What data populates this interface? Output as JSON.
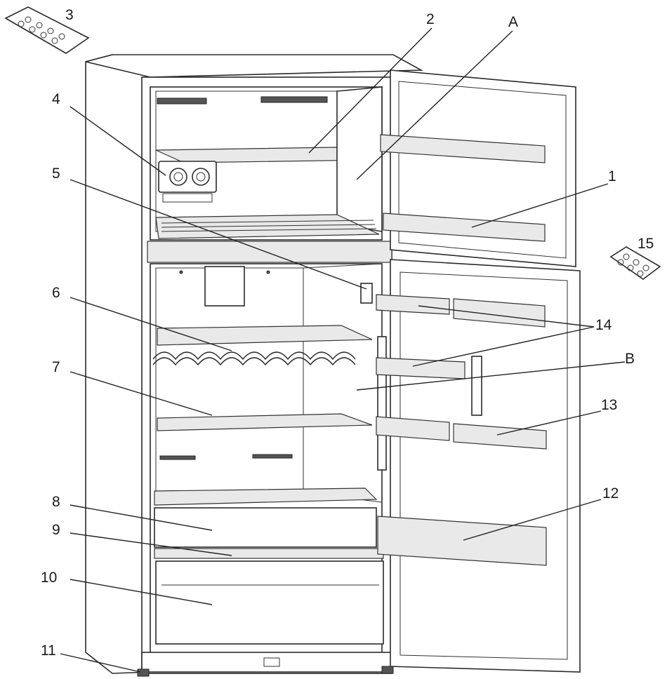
{
  "callouts": [
    {
      "id": "1",
      "text": "1"
    },
    {
      "id": "2",
      "text": "2"
    },
    {
      "id": "3",
      "text": "3"
    },
    {
      "id": "4",
      "text": "4"
    },
    {
      "id": "5",
      "text": "5"
    },
    {
      "id": "6",
      "text": "6"
    },
    {
      "id": "7",
      "text": "7"
    },
    {
      "id": "8",
      "text": "8"
    },
    {
      "id": "9",
      "text": "9"
    },
    {
      "id": "10",
      "text": "10"
    },
    {
      "id": "11",
      "text": "11"
    },
    {
      "id": "12",
      "text": "12"
    },
    {
      "id": "13",
      "text": "13"
    },
    {
      "id": "14",
      "text": "14"
    },
    {
      "id": "15",
      "text": "15"
    },
    {
      "id": "A",
      "text": "A"
    },
    {
      "id": "B",
      "text": "B"
    }
  ]
}
